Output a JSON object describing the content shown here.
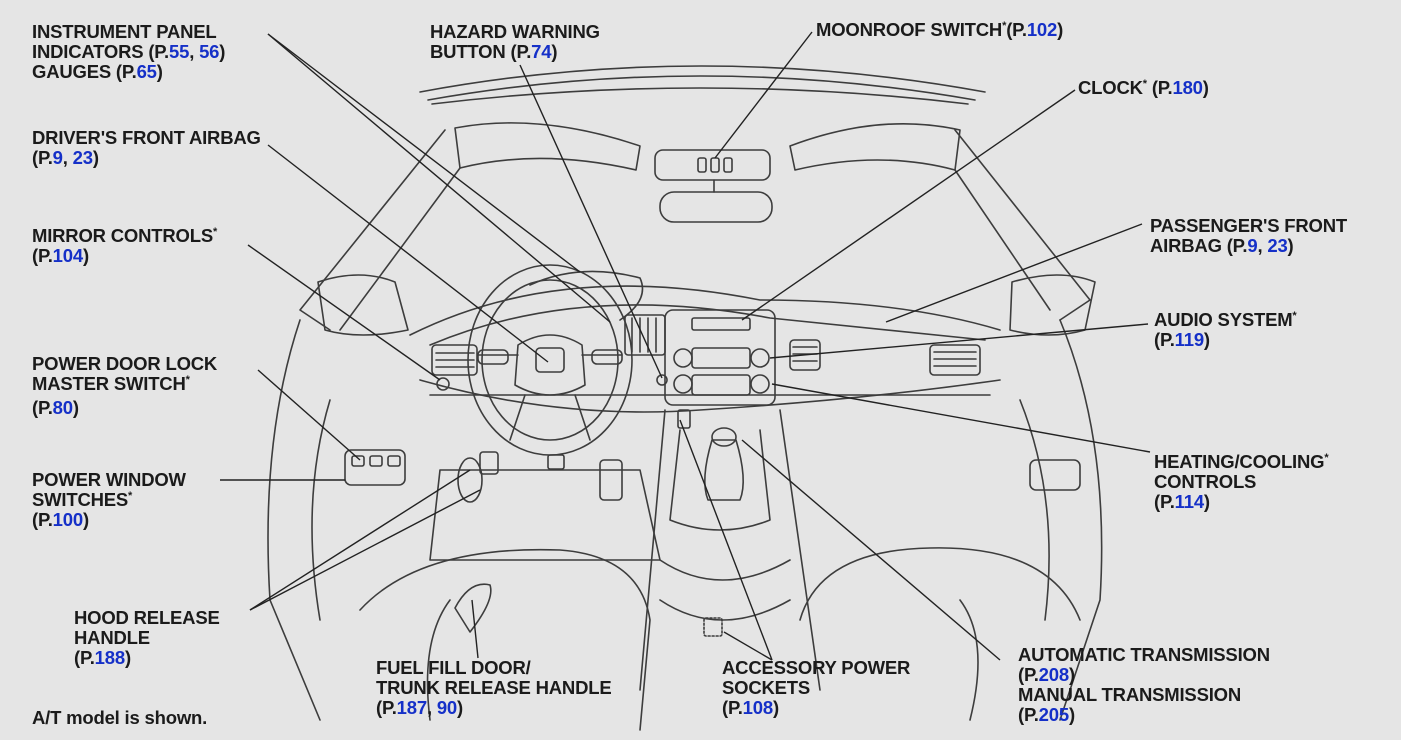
{
  "labels": {
    "instrument_panel": {
      "line1": "INSTRUMENT PANEL",
      "line2_prefix": "INDICATORS (P.",
      "line2_page1": "55",
      "line2_sep": ", ",
      "line2_page2": "56",
      "line2_suffix": ")",
      "line3_prefix": "GAUGES (P.",
      "line3_page": "65",
      "line3_suffix": ")"
    },
    "drivers_airbag": {
      "line1": "DRIVER'S FRONT AIRBAG",
      "line2_prefix": "(P.",
      "page1": "9",
      "sep": ", ",
      "page2": "23",
      "suffix": ")"
    },
    "mirror_controls": {
      "line1": "MIRROR CONTROLS",
      "asterisk": "*",
      "line2_prefix": "(P.",
      "page": "104",
      "suffix": ")"
    },
    "power_door_lock": {
      "line1": "POWER DOOR LOCK",
      "line2": "MASTER SWITCH",
      "asterisk": "*",
      "line3_prefix": "(P.",
      "page": "80",
      "suffix": ")"
    },
    "power_window": {
      "line1": "POWER WINDOW",
      "line2": "SWITCHES",
      "asterisk": "*",
      "line3_prefix": "(P.",
      "page": "100",
      "suffix": ")"
    },
    "hood_release": {
      "line1": "HOOD RELEASE",
      "line2": "HANDLE",
      "line3_prefix": "(P.",
      "page": "188",
      "suffix": ")"
    },
    "at_note": "A/T model is shown.",
    "fuel_fill": {
      "line1": "FUEL FILL DOOR/",
      "line2": "TRUNK RELEASE HANDLE",
      "line3_prefix": "(P.",
      "page1": "187",
      "sep": ", ",
      "page2": "90",
      "suffix": ")"
    },
    "accessory_power": {
      "line1": "ACCESSORY POWER",
      "line2": "SOCKETS",
      "line3_prefix": "(P.",
      "page": "108",
      "suffix": ")"
    },
    "automatic_transmission": {
      "line1": "AUTOMATIC TRANSMISSION",
      "line2_prefix": "(P.",
      "page": "208",
      "suffix": ")"
    },
    "manual_transmission": {
      "line1": "MANUAL TRANSMISSION",
      "line2_prefix": "(P.",
      "page": "205",
      "suffix": ")"
    },
    "hazard_warning": {
      "line1": "HAZARD WARNING",
      "line2_prefix": "BUTTON (P.",
      "page": "74",
      "suffix": ")"
    },
    "moonroof": {
      "line1": "MOONROOF SWITCH",
      "asterisk": "*",
      "prefix": "(P.",
      "page": "102",
      "suffix": ")"
    },
    "clock": {
      "line1": "CLOCK",
      "asterisk": "*",
      "prefix": " (P.",
      "page": "180",
      "suffix": ")"
    },
    "passengers_airbag": {
      "line1": "PASSENGER'S FRONT",
      "line2_prefix": "AIRBAG (P.",
      "page1": "9",
      "sep": ", ",
      "page2": "23",
      "suffix": ")"
    },
    "audio_system": {
      "line1": "AUDIO SYSTEM",
      "asterisk": "*",
      "line2_prefix": "(P.",
      "page": "119",
      "suffix": ")"
    },
    "heating_cooling": {
      "line1": "HEATING/COOLING",
      "asterisk": "*",
      "line2": "CONTROLS",
      "line3_prefix": "(P.",
      "page": "114",
      "suffix": ")"
    }
  },
  "colors": {
    "background": "#e5e5e5",
    "text": "#1b1b1b",
    "page_link": "#1530c8",
    "line_art": "#3a3a3a"
  }
}
